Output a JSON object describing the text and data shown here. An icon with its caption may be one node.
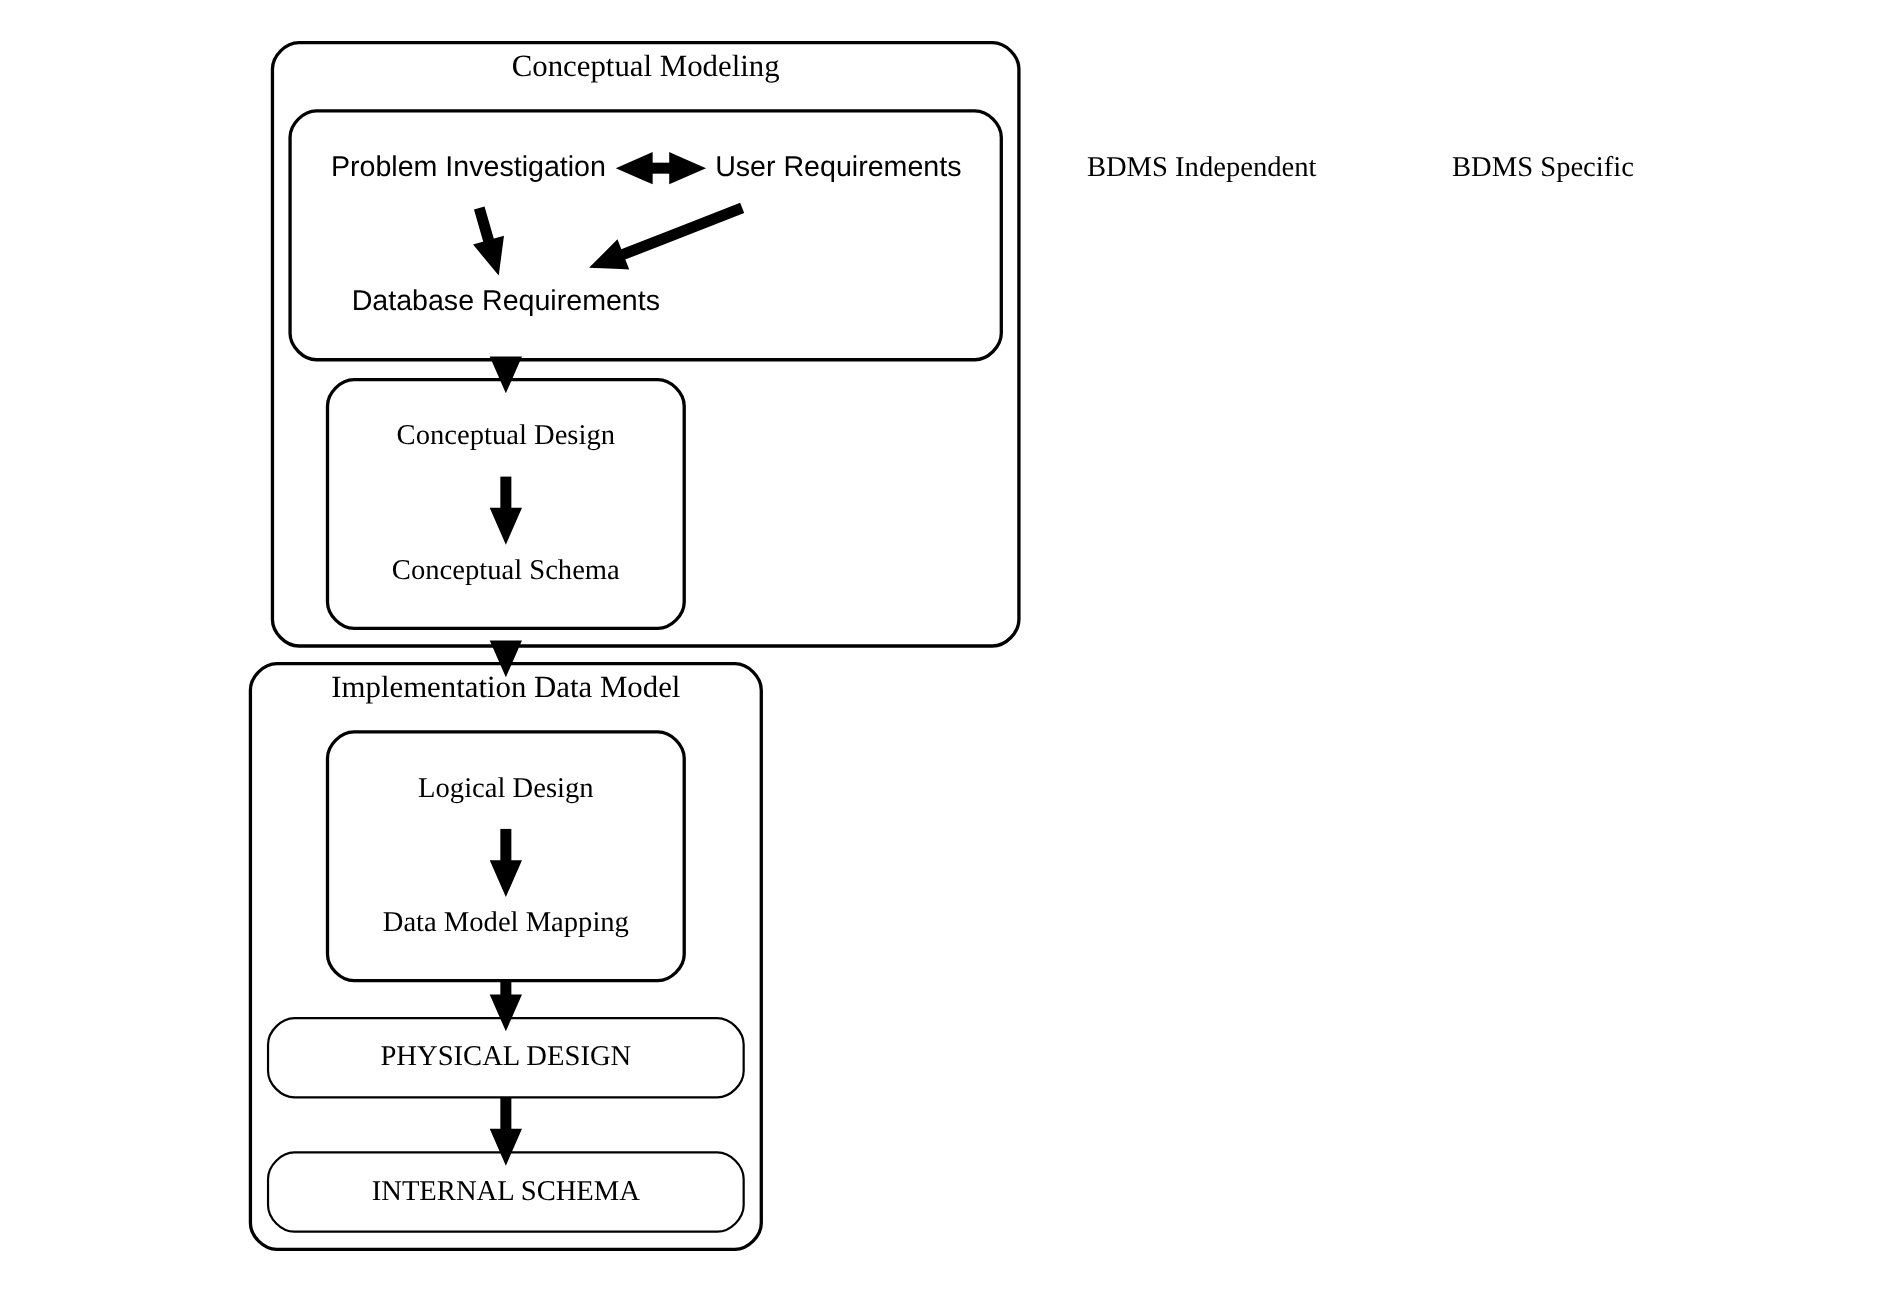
{
  "diagram": {
    "nodes": [
      {
        "text": [
          "Conceptual Modeling"
        ]
      },
      {
        "text": [],
        "shape": "box",
        "in": 0
      },
      {
        "text": [
          "Problem Investigation"
        ],
        "in": 1
      },
      {
        "text": [
          "User Requirements"
        ],
        "in": 1
      },
      {
        "text": [
          "Database Requirements"
        ],
        "in": 1
      },
      {
        "text": [],
        "shape": "box",
        "in": 0
      },
      {
        "text": [
          "Conceptual Design"
        ],
        "in": 5
      },
      {
        "text": [
          "Conceptual Schema"
        ],
        "in": 5
      },
      {
        "text": [
          "Implementation Data Model"
        ]
      },
      {
        "text": [],
        "shape": "box",
        "in": 8
      },
      {
        "text": [
          "Logical Design"
        ],
        "in": 9
      },
      {
        "text": [
          "Data Model Mapping"
        ],
        "in": 9
      },
      {
        "text": [
          "PHYSICAL DESIGN"
        ],
        "in": 8
      },
      {
        "text": [
          "INTERNAL SCHEMA"
        ],
        "in": 8
      }
    ],
    "edges": [
      {
        "from": 2,
        "to": 3,
        "arrow": "both"
      },
      {
        "from": 2,
        "to": 4,
        "arrow": "to"
      },
      {
        "from": 3,
        "to": 4,
        "arrow": "to"
      },
      {
        "from": 1,
        "to": 5,
        "arrow": "to"
      },
      {
        "from": 6,
        "to": 7,
        "arrow": "to"
      },
      {
        "from": 0,
        "to": 8,
        "arrow": "to"
      },
      {
        "from": 10,
        "to": 11,
        "arrow": "to"
      },
      {
        "from": 9,
        "to": 12,
        "arrow": "to"
      },
      {
        "from": 12,
        "to": 13,
        "arrow": "to"
      }
    ],
    "labels": [
      "BDMS Independent",
      "BDMS Specific"
    ]
  }
}
